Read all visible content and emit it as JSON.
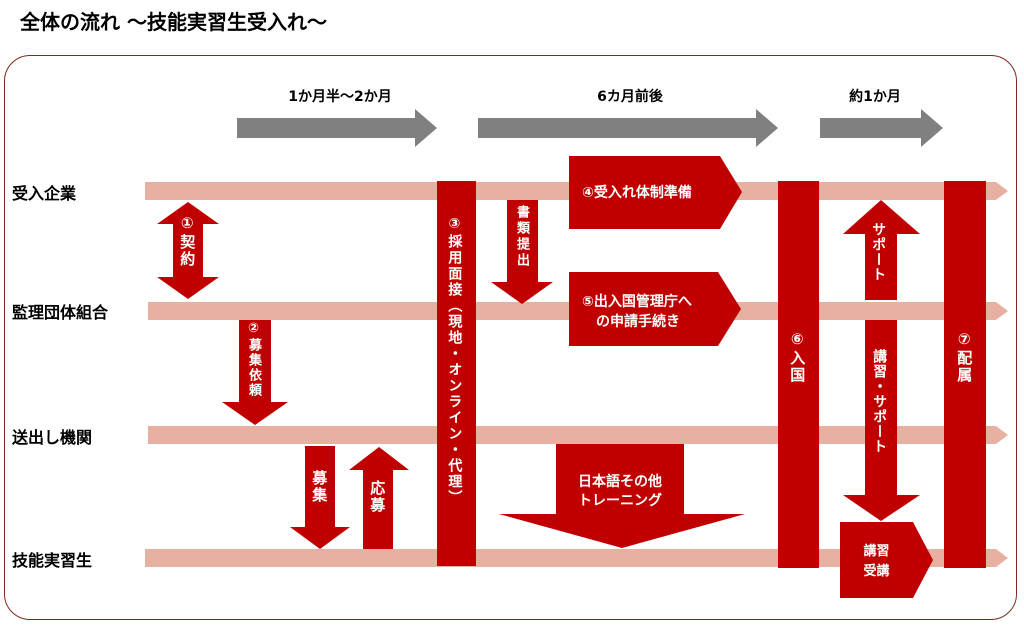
{
  "title": "全体の流れ ～技能実習生受入れ～",
  "periods": [
    "1か月半～2か月",
    "6カ月前後",
    "約1か月"
  ],
  "rows": [
    "受入企業",
    "監理団体組合",
    "送出し機関",
    "技能実習生"
  ],
  "steps": {
    "contract": "①契約",
    "recruit_request": "②募集依頼",
    "interview": "③採用面接（現地・オンライン・代理）",
    "system_prep": "④受入れ体制準備",
    "immigration_line1": "⑤出入国管理庁へ",
    "immigration_line2": "の申請手続き",
    "entry": "⑥入国",
    "assignment": "⑦配属"
  },
  "arrows": {
    "document_submission": "書類提出",
    "recruitment": "募集",
    "application": "応募",
    "japanese_training_line1": "日本語その他",
    "japanese_training_line2": "トレーニング",
    "support": "サポート",
    "lecture_support": "講習・サポート",
    "lecture_line1": "講習",
    "lecture_line2": "受講"
  },
  "colors": {
    "primary_red": "#c00000",
    "lane_pink": "#e8b0a0",
    "period_gray": "#808080",
    "frame_border": "#7a2a1e"
  }
}
